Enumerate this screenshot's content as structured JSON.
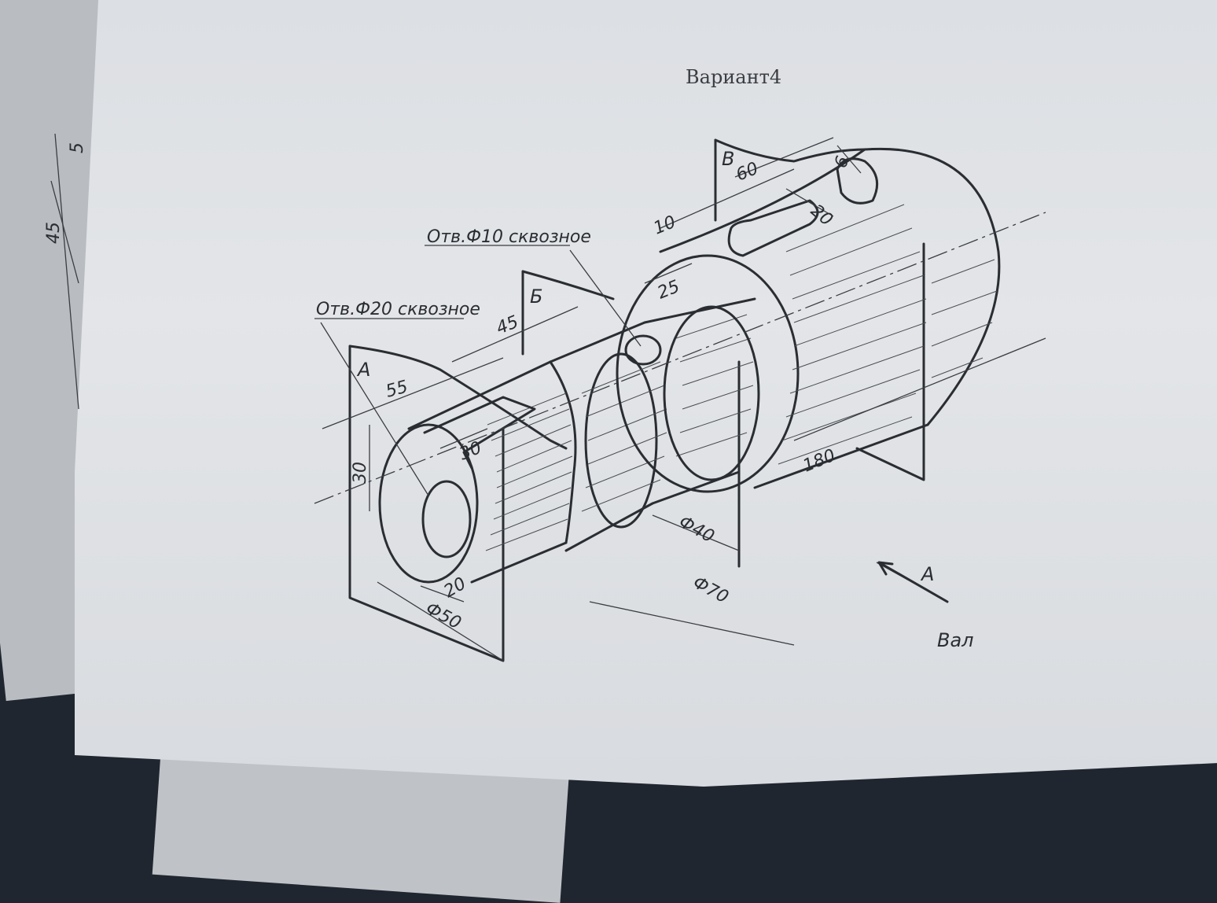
{
  "title": "Вариант4",
  "part_name": "Вал",
  "view_arrow": "A",
  "section_letters": {
    "a": "А",
    "b": "Б",
    "c": "В"
  },
  "notes": {
    "hole_10": "Отв.Ф10 сквозное",
    "hole_20": "Отв.Ф20 сквозное"
  },
  "dims": {
    "d60": "60",
    "d20_top": "20",
    "d6": "6",
    "d10": "10",
    "d25": "25",
    "d45": "45",
    "d55": "55",
    "d30_h": "30",
    "d30_v": "30",
    "d20_bottom": "20",
    "d_phi50": "Ф50",
    "d_phi40": "Ф40",
    "d_phi70": "Ф70",
    "d180": "180"
  },
  "side_sheet": {
    "d45": "45",
    "d5": "5"
  }
}
